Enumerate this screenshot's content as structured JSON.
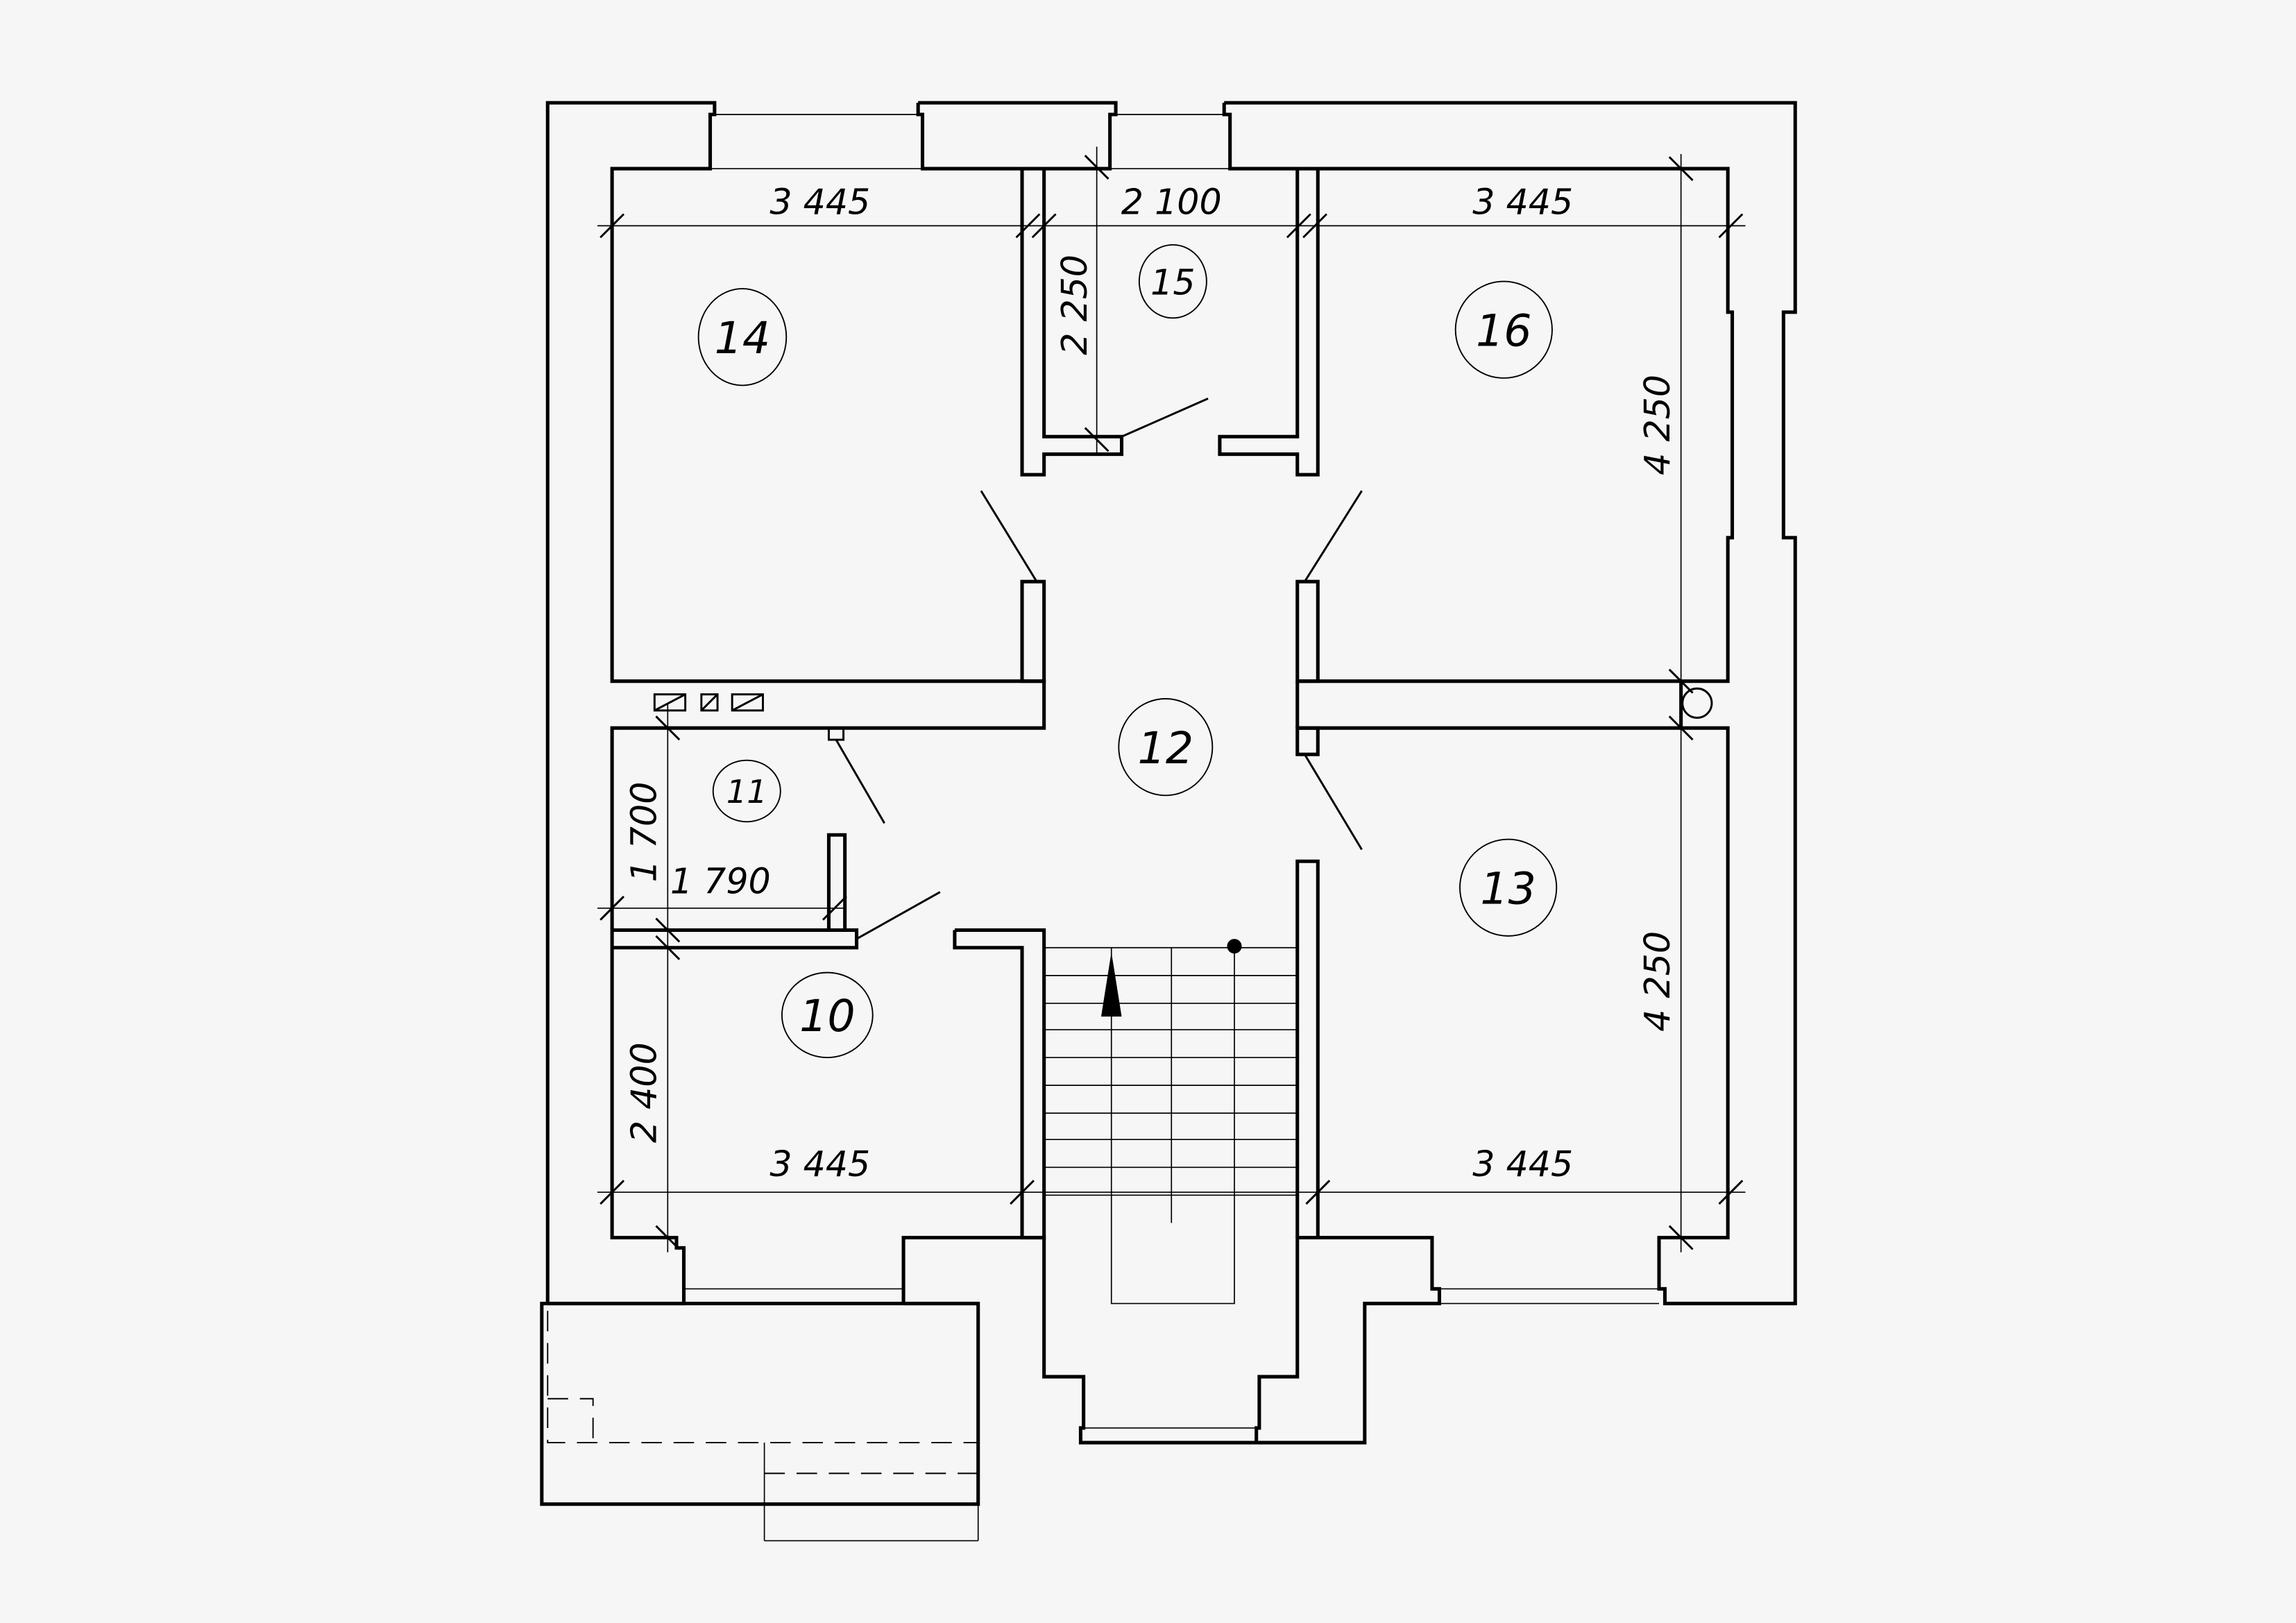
{
  "rooms": {
    "r10": "10",
    "r11": "11",
    "r12": "12",
    "r13": "13",
    "r14": "14",
    "r15": "15",
    "r16": "16"
  },
  "dimensions": {
    "top_left_width": "3 445",
    "top_mid_width": "2 100",
    "top_right_width": "3 445",
    "room15_depth": "2 250",
    "right_top_depth": "4 250",
    "right_bottom_depth": "4 250",
    "room11_depth": "1 700",
    "room11_width": "1 790",
    "room10_depth": "2 400",
    "bottom_left_width": "3 445",
    "bottom_right_width": "3 445"
  },
  "colors": {
    "line": "#000000",
    "background": "#f6f6f6"
  }
}
